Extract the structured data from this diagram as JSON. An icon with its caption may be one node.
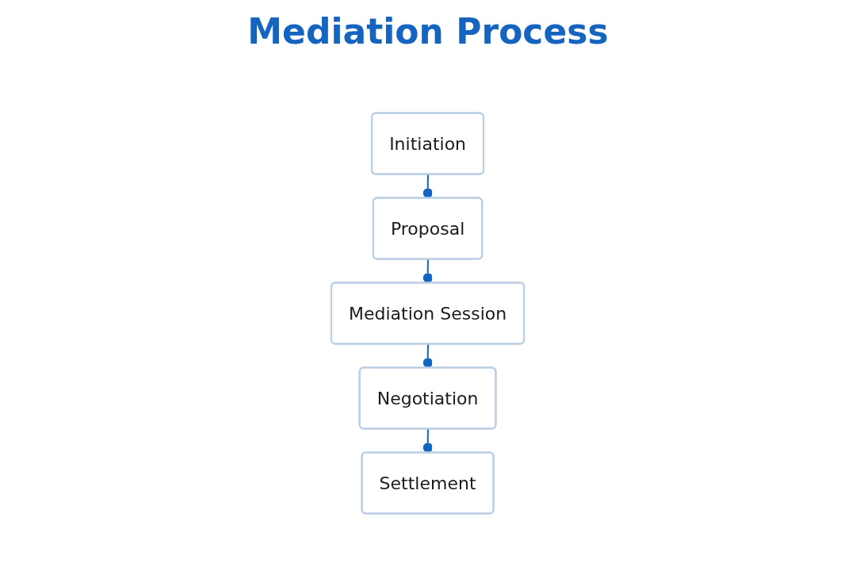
{
  "diagram": {
    "title": "Mediation Process",
    "nodes": [
      {
        "text": [
          "Initiation"
        ]
      },
      {
        "text": [
          "Proposal"
        ]
      },
      {
        "text": [
          "Mediation Session"
        ]
      },
      {
        "text": [
          "Negotiation"
        ]
      },
      {
        "text": [
          "Settlement"
        ]
      }
    ],
    "edges": [
      {
        "from": 0,
        "to": 1,
        "arrow": "other"
      },
      {
        "from": 1,
        "to": 2,
        "arrow": "other"
      },
      {
        "from": 2,
        "to": 3,
        "arrow": "other"
      },
      {
        "from": 3,
        "to": 4,
        "arrow": "other"
      }
    ]
  }
}
